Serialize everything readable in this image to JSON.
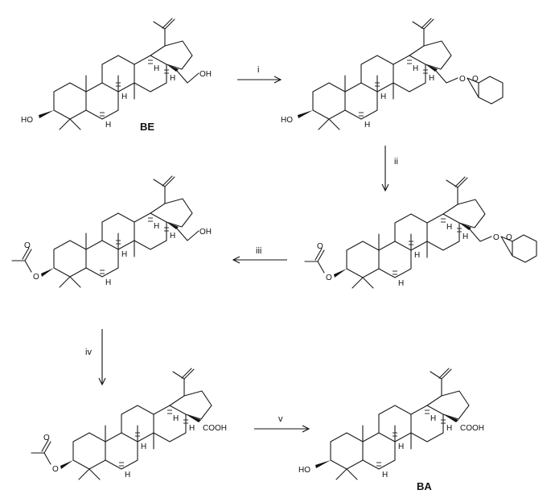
{
  "molecules": [
    {
      "key": "be",
      "label": "BE",
      "substituent_a": "HO",
      "substituent_b": "OH"
    },
    {
      "key": "thp",
      "label": "",
      "substituent_a": "HO",
      "substituent_b": "O"
    },
    {
      "key": "ac_thp",
      "label": "",
      "substituent_a": "O",
      "substituent_b": "O"
    },
    {
      "key": "ac_oh",
      "label": "",
      "substituent_a": "O",
      "substituent_b": "OH"
    },
    {
      "key": "ac_cooh",
      "label": "",
      "substituent_a": "O",
      "substituent_b": "COOH"
    },
    {
      "key": "ba",
      "label": "BA",
      "substituent_a": "HO",
      "substituent_b": "COOH"
    }
  ],
  "steps": [
    {
      "from": "be",
      "to": "thp",
      "label": "i",
      "direction": "right"
    },
    {
      "from": "thp",
      "to": "ac_thp",
      "label": "ii",
      "direction": "down"
    },
    {
      "from": "ac_thp",
      "to": "ac_oh",
      "label": "iii",
      "direction": "left"
    },
    {
      "from": "ac_oh",
      "to": "ac_cooh",
      "label": "iv",
      "direction": "down"
    },
    {
      "from": "ac_cooh",
      "to": "ba",
      "label": "v",
      "direction": "right"
    }
  ],
  "atoms": {
    "hydrogen": "H",
    "oxygen": "O"
  }
}
